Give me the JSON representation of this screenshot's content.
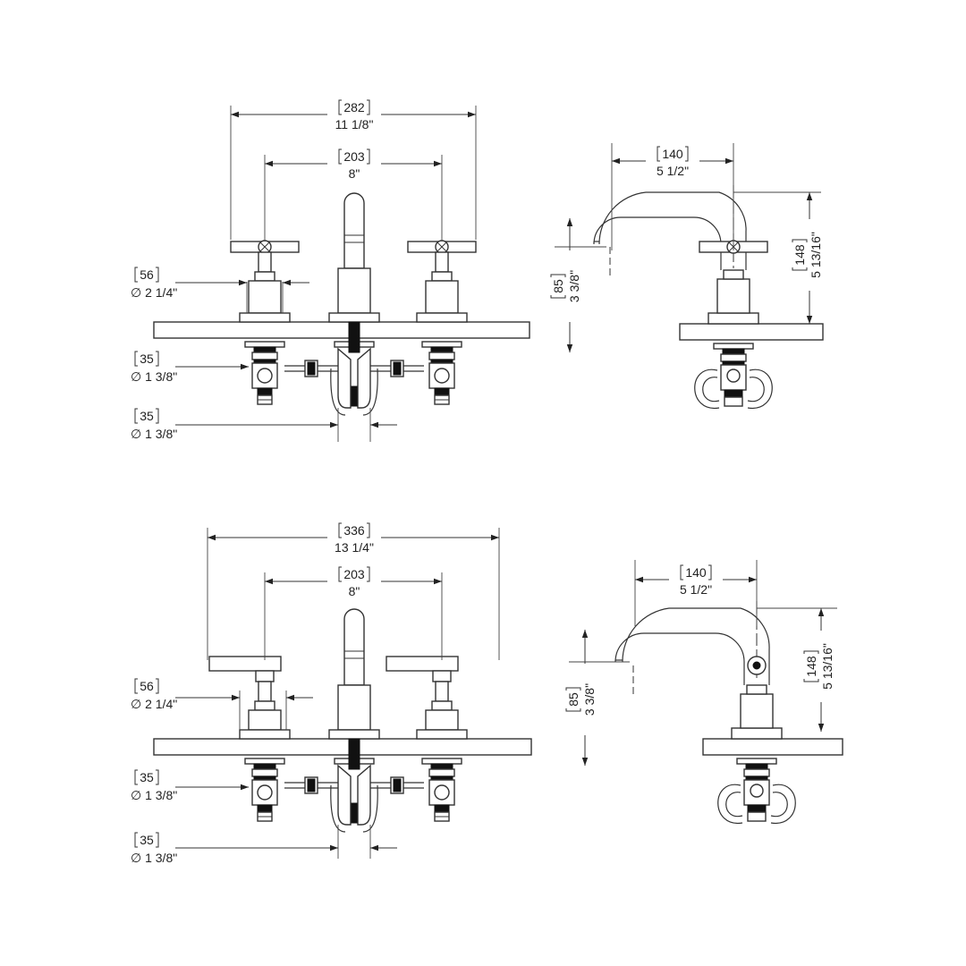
{
  "top_set": {
    "front_view": {
      "overall_width": {
        "mm": "282",
        "inch": "11 1/8\""
      },
      "center_spread": {
        "mm": "203",
        "inch": "8\""
      },
      "handle_base_dia": {
        "mm": "56",
        "inch": "2 1/4\""
      },
      "valve_body_dia": {
        "mm": "35",
        "inch": "1 3/8\""
      },
      "spout_shank_dia": {
        "mm": "35",
        "inch": "1 3/8\""
      }
    },
    "side_view": {
      "spout_reach": {
        "mm": "140",
        "inch": "5 1/2\""
      },
      "spout_height": {
        "mm": "85",
        "inch": "3 3/8\""
      },
      "overall_height": {
        "mm": "148",
        "inch": "5 13/16\""
      }
    }
  },
  "bottom_set": {
    "front_view": {
      "overall_width": {
        "mm": "336",
        "inch": "13 1/4\""
      },
      "center_spread": {
        "mm": "203",
        "inch": "8\""
      },
      "handle_base_dia": {
        "mm": "56",
        "inch": "2 1/4\""
      },
      "valve_body_dia": {
        "mm": "35",
        "inch": "1 3/8\""
      },
      "spout_shank_dia": {
        "mm": "35",
        "inch": "1 3/8\""
      }
    },
    "side_view": {
      "spout_reach": {
        "mm": "140",
        "inch": "5 1/2\""
      },
      "spout_height": {
        "mm": "85",
        "inch": "3 3/8\""
      },
      "overall_height": {
        "mm": "148",
        "inch": "5 13/16\""
      }
    }
  },
  "symbols": {
    "diameter": "∅"
  }
}
